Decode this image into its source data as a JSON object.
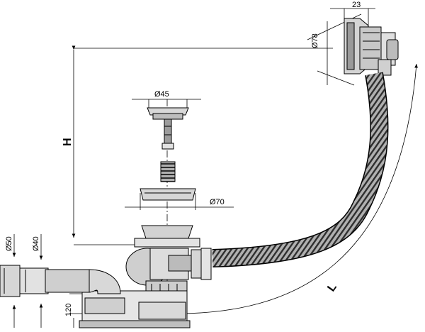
{
  "dimensions": {
    "height": "H",
    "length": "L",
    "overflow_depth": "23",
    "overflow_diameter": "Ø78",
    "plug_diameter": "Ø45",
    "drain_flange_diameter": "Ø70",
    "outlet_outer_diameter": "Ø50",
    "outlet_inner_diameter": "Ø40",
    "trap_height": "120"
  },
  "colors": {
    "line": "#000000",
    "part_fill": "#d9d9d9",
    "hose_fill": "#9a9a9a",
    "hose_dark": "#3a3a3a"
  }
}
